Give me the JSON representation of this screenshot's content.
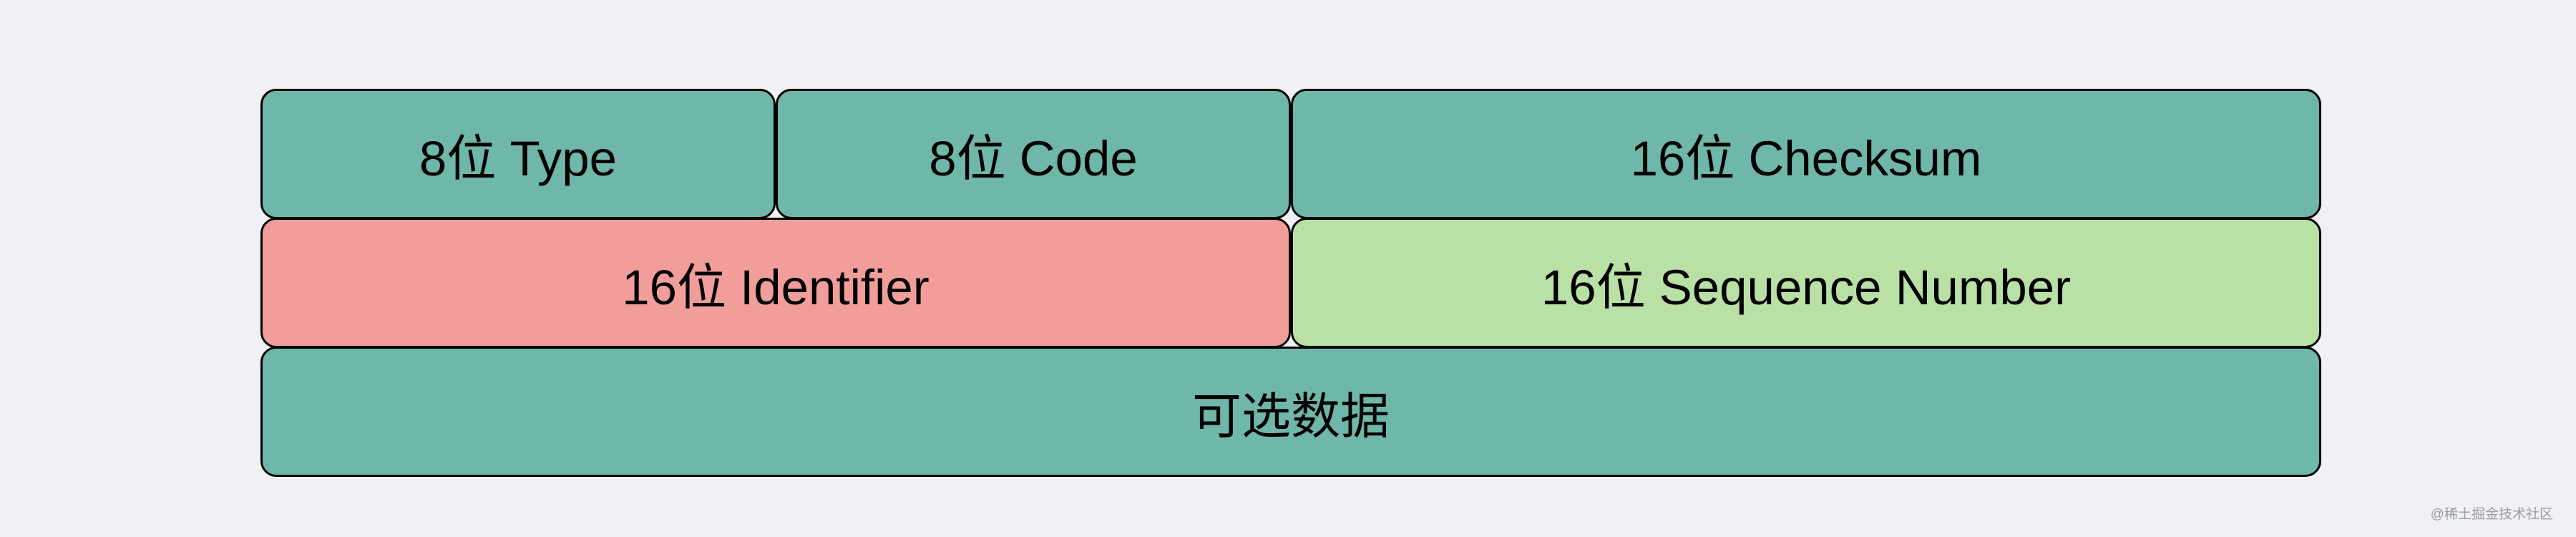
{
  "diagram": {
    "fields": {
      "type": "8位 Type",
      "code": "8位 Code",
      "checksum": "16位 Checksum",
      "identifier": "16位 Identifier",
      "sequence_number": "16位 Sequence Number",
      "optional_data": "可选数据"
    },
    "colors": {
      "teal": "#6fb7a8",
      "red": "#f19e9b",
      "green": "#b9e0a5",
      "border": "#000000",
      "background": "#f0f1f4"
    }
  },
  "watermark": "@稀土掘金技术社区"
}
